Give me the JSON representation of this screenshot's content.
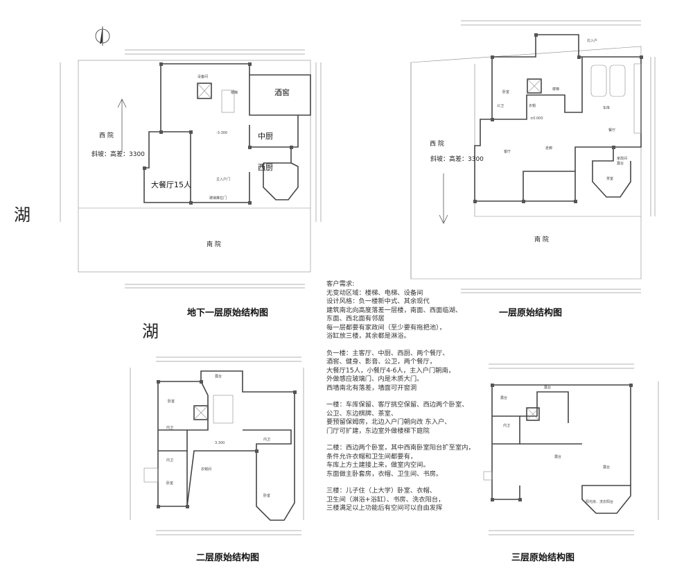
{
  "lake_labels": [
    "湖",
    "湖"
  ],
  "basement": {
    "title": "地下一层原始结构图",
    "rooms": {
      "wine_cellar": "酒窖",
      "middle_kitchen": "中厨",
      "west_kitchen": "西厨",
      "big_dining": "大餐厅15人",
      "west_yard": "西 院",
      "slope": "斜坡：高差：3300",
      "south_yard": "南 院",
      "equipment": "设备间",
      "stairs": "楼梯",
      "main_entry": "主入户门",
      "glass_door": "玻璃推拉门",
      "level": "-3.300"
    }
  },
  "ground": {
    "title": "一层原始结构图",
    "rooms": {
      "west_yard": "西 院",
      "slope": "斜坡：高差：3300",
      "south_yard": "南 院",
      "north_entry": "北入户",
      "bedroom": "卧室",
      "public_wc": "公卫",
      "cloak": "衣帽",
      "stairs": "楼梯",
      "garage": "车库",
      "living": "客厅",
      "dining": "餐厅",
      "tea": "茶室",
      "laundry": "家政间",
      "balcony": "露台",
      "corridor": "走廊",
      "level": "±0.000"
    }
  },
  "second": {
    "title": "二层原始结构图",
    "rooms": {
      "terrace": "露台",
      "bedroom_a": "卧室",
      "inner_wc_a": "内卫",
      "inner_wc_b": "内卫",
      "bedroom_b": "卧室",
      "cloak": "衣帽间",
      "bedroom_c": "卧室",
      "inner_wc_c": "内卫",
      "level": "3.300"
    }
  },
  "third": {
    "title": "三层原始结构图",
    "rooms": {
      "terrace_a": "露台",
      "terrace_b": "露台",
      "inner_wc": "内卫",
      "terrace_c": "露台",
      "terrace_d": "露台",
      "balcony_note": "阳光房、洗衣阳台"
    }
  },
  "notes": {
    "heading": "客户需求:",
    "general": [
      "无变动区域：楼梯、电梯、设备间",
      "设计风格：负一楼新中式、其余现代",
      "建筑南北向高度落差一层楼，南面、西面临湖、",
      "东面、西北面有邻居",
      "每一层都要有家政间（至少要有拖把池），",
      "浴缸放三楼，其余都是淋浴。"
    ],
    "basement": [
      "负一楼：主客厅、中厨、西厨、两个餐厅、",
      "酒窖、健身、影音、公卫，两个餐厅，",
      "大餐厅15人，小餐厅4-6人，主入户门朝南，",
      "外做感应玻璃门、内是木质大门。",
      "西墙南北有落差，墙面可开窗洞"
    ],
    "ground": [
      "一楼：车库保留、客厅挑空保留、西边两个卧室、",
      "公卫、东边棋牌、茶室、",
      "要预留保姆房，北边入户门朝向改 东入户、",
      "门厅可扩建，东边室外做楼梯下庭院"
    ],
    "second": [
      "二楼：西边两个卧室，其中西南卧室阳台扩至室内，",
      "条件允许衣帽和卫生间都要有，",
      "车库上方土建接上来，做室内空间。",
      "东面做主卧套房，衣帽、卫生间、书房。"
    ],
    "third": [
      "三楼：儿子住（上大学）卧室、衣帽、",
      "卫生间（淋浴+浴缸）、书房、洗衣阳台，",
      "三楼满足以上功能后有空间可以自由发挥"
    ]
  }
}
